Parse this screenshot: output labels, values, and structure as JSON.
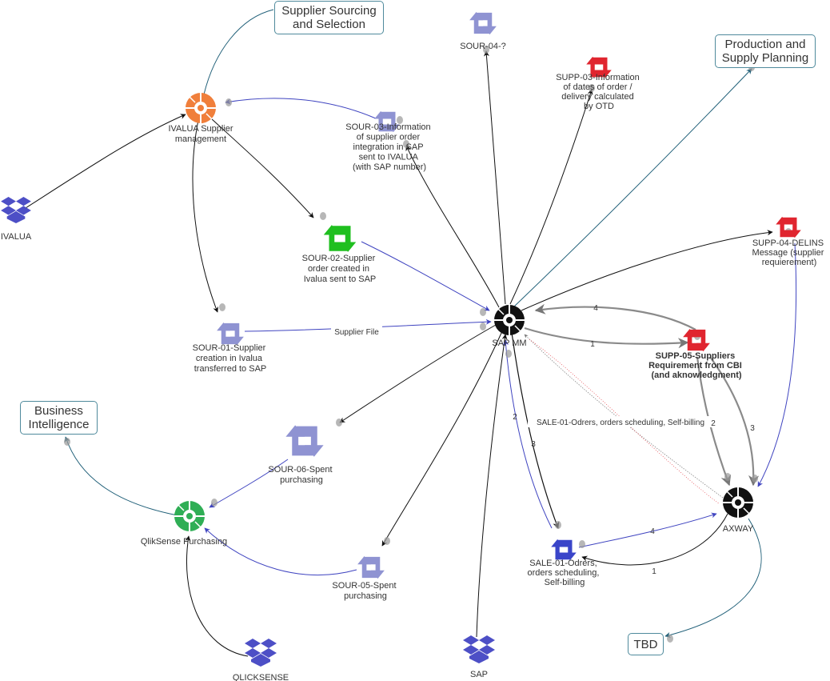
{
  "colors": {
    "flow_normal": "#8f93d2",
    "flow_blue": "#3a45c9",
    "flow_green": "#1fbf1f",
    "flow_red": "#e0252f",
    "app": "#4d4fc6",
    "ivalua_orange": "#f07f3b",
    "qlik_green": "#2fae55",
    "hub_black": "#111111",
    "edge_black": "#111111",
    "edge_blue": "#3f44c0",
    "edge_teal": "#1f5f78",
    "edge_gray": "#8a8a8a",
    "box_border": "#4f8a9c"
  },
  "domains": {
    "sourcing": "Supplier Sourcing\nand Selection",
    "production": "Production and\nSupply Planning",
    "bi": "Business\nIntelligence",
    "tbd": "TBD"
  },
  "applications": {
    "ivalua": "IVALUA",
    "qlicksense": "QLICKSENSE",
    "sap": "SAP"
  },
  "components": {
    "ivalua_supplier": [
      "IVALUA Supplier",
      "management"
    ],
    "sap_mm": [
      "SAP MM"
    ],
    "axway": [
      "AXWAY"
    ],
    "qlik_purchasing": [
      "QlikSense Purchasing"
    ]
  },
  "flows": {
    "sour01": [
      "SOUR-01-Supplier",
      "creation in Ivalua",
      "transferred to SAP"
    ],
    "sour02": [
      "SOUR-02-Supplier",
      "order created in",
      "Ivalua sent to SAP"
    ],
    "sour03": [
      "SOUR-03-Information",
      "of supplier order",
      "integration in SAP",
      "sent to IVALUA",
      "(with SAP number)"
    ],
    "sour04": [
      "SOUR-04-?"
    ],
    "sour05": [
      "SOUR-05-Spent",
      "purchasing"
    ],
    "sour06": [
      "SOUR-06-Spent",
      "purchasing"
    ],
    "supp03": [
      "SUPP-03-Information",
      "of dates of order  /",
      "delivery calculated",
      "by OTD"
    ],
    "supp04": [
      "SUPP-04-DELINS",
      "Message (supplier",
      "requierement)"
    ],
    "supp05": [
      "SUPP-05-Suppliers",
      "Requirement from CBI",
      "(and aknowledgment)"
    ],
    "sale01": [
      "SALE-01-Odrers,",
      "orders scheduling,",
      "Self-billing"
    ]
  },
  "edge_labels": {
    "supplier_file": "Supplier File",
    "sale01_line": "SALE-01-Odrers, orders scheduling, Self-billing",
    "n1": "1",
    "n2": "2",
    "n3": "3",
    "n4": "4"
  }
}
